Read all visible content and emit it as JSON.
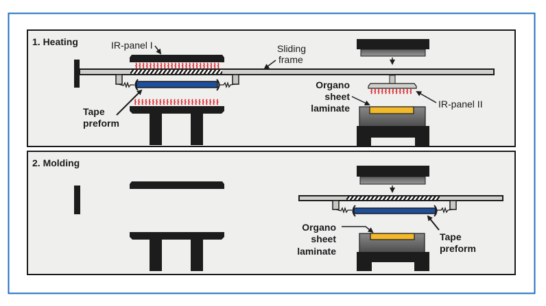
{
  "colors": {
    "outer_frame": "#1f6fbf",
    "panel_bg": "#efefee",
    "panel_border": "#1a1a1a",
    "black_part": "#1c1c1c",
    "gray_part": "#6b6b6b",
    "frame_bar": "#d0d0cc",
    "ir_waves": "#e2242a",
    "tape_preform": "#1d4f9c",
    "organo_sheet": "#f2b92a"
  },
  "panels": [
    {
      "title": "1. Heating",
      "labels": {
        "ir_panel_1": "IR-panel I",
        "sliding_frame_line1": "Sliding",
        "sliding_frame_line2": "frame",
        "tape_preform_line1": "Tape",
        "tape_preform_line2": "preform",
        "organo_line1": "Organo",
        "organo_line2": "sheet",
        "organo_line3": "laminate",
        "ir_panel_2": "IR-panel II"
      }
    },
    {
      "title": "2. Molding",
      "labels": {
        "organo_line1": "Organo",
        "organo_line2": "sheet",
        "organo_line3": "laminate",
        "tape_preform_line1": "Tape",
        "tape_preform_line2": "preform"
      }
    }
  ]
}
